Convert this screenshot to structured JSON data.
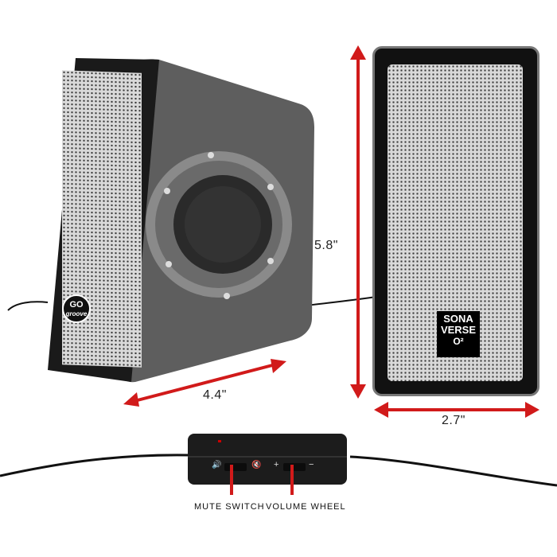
{
  "product": {
    "left_speaker": {
      "logo_line1": "GO",
      "logo_line2": "groove",
      "width_label": "4.4\""
    },
    "right_speaker": {
      "brand_line1": "SONA",
      "brand_line2": "VERSE",
      "brand_mark": "O²",
      "height_label": "5.8\"",
      "width_label": "2.7\""
    },
    "controller": {
      "volume_icon": "speaker-on-icon",
      "mute_icon": "speaker-mute-icon",
      "plus": "+",
      "minus": "−",
      "callouts": [
        {
          "label": "MUTE SWITCH"
        },
        {
          "label": "VOLUME WHEEL"
        }
      ]
    },
    "colors": {
      "arrow_red": "#d11a1a",
      "body_gray": "#5a5a5a",
      "mesh_gray": "#d9d9d9"
    }
  }
}
